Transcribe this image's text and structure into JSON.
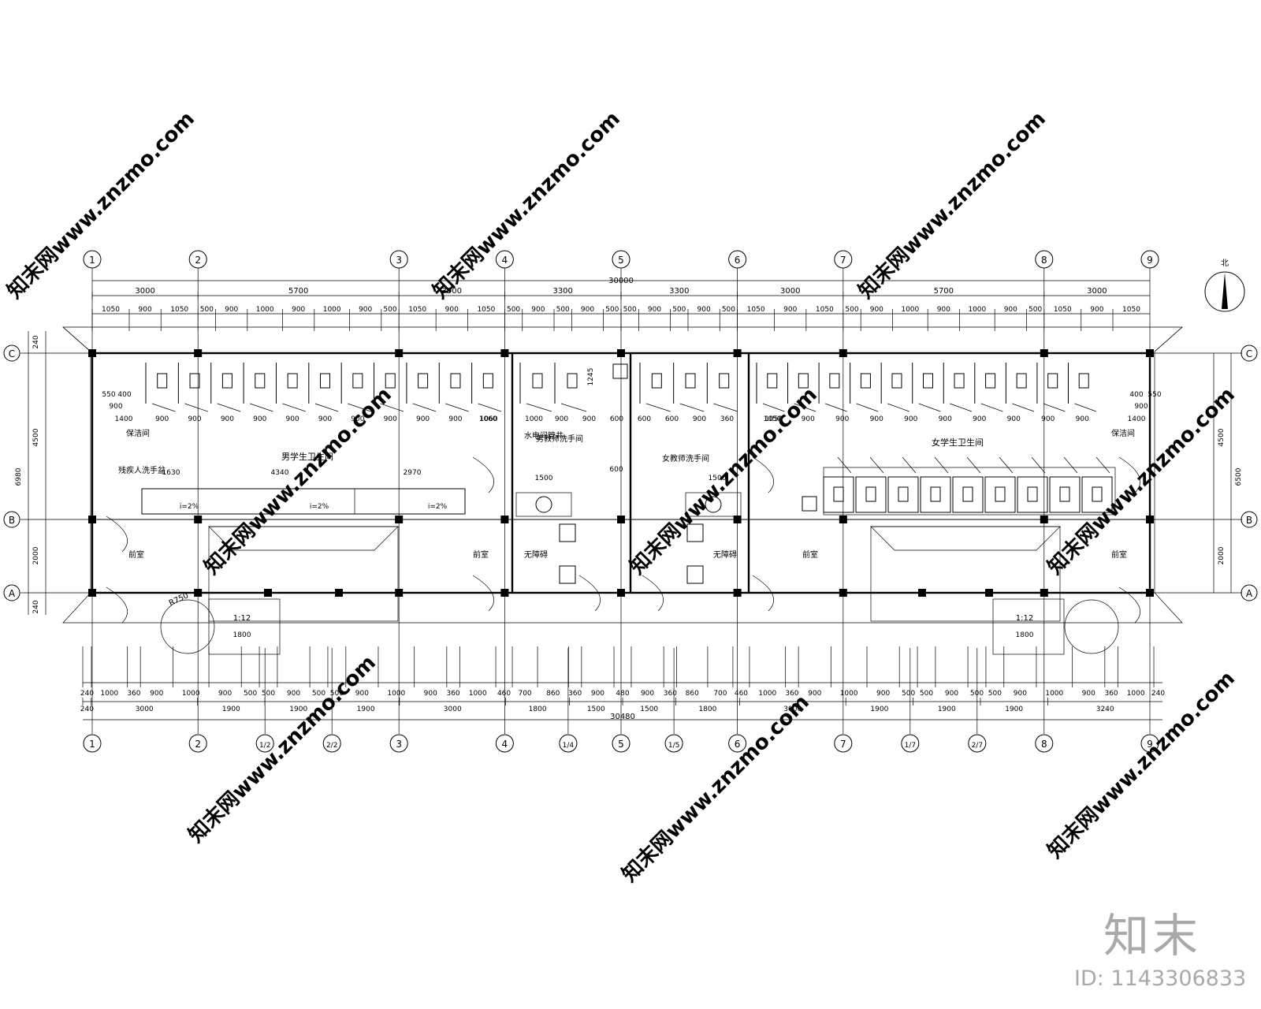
{
  "axes_top": [
    "1",
    "2",
    "3",
    "4",
    "5",
    "6",
    "7",
    "8",
    "9"
  ],
  "axes_bottom": [
    "1",
    "2",
    "1/2",
    "2/2",
    "3",
    "4",
    "1/4",
    "5",
    "1/5",
    "6",
    "7",
    "1/7",
    "2/7",
    "8",
    "9"
  ],
  "axes_side": [
    "C",
    "B",
    "A"
  ],
  "north_label": "北",
  "top_total": "30000",
  "top_spans": [
    "3000",
    "5700",
    "3000",
    "3300",
    "3300",
    "3000",
    "5700",
    "3000"
  ],
  "top_details": [
    "1050",
    "900",
    "1050",
    "500",
    "900",
    "1000",
    "900",
    "1000",
    "900",
    "500",
    "1050",
    "900",
    "1050",
    "500",
    "900",
    "500",
    "900",
    "500",
    "500",
    "900",
    "500",
    "900",
    "500",
    "1050",
    "900",
    "1050",
    "500",
    "900",
    "1000",
    "900",
    "1000",
    "900",
    "500",
    "1050",
    "900",
    "1050"
  ],
  "bottom_details": [
    "240",
    "1000",
    "360",
    "900",
    "1000",
    "900",
    "500",
    "500",
    "900",
    "500",
    "500",
    "900",
    "1000",
    "900",
    "360",
    "1000",
    "460",
    "700",
    "860",
    "360",
    "900",
    "480",
    "900",
    "360",
    "860",
    "700",
    "460",
    "1000",
    "360",
    "900",
    "1000",
    "900",
    "500",
    "500",
    "900",
    "500",
    "500",
    "900",
    "1000",
    "900",
    "360",
    "1000",
    "240"
  ],
  "bottom_spans": [
    "240",
    "3000",
    "1900",
    "1900",
    "1900",
    "3000",
    "1800",
    "1500",
    "1500",
    "1800",
    "3000",
    "1900",
    "1900",
    "1900",
    "3240"
  ],
  "bottom_total": "30480",
  "left_dims": {
    "d1": "240",
    "d2": "4500",
    "d3": "2000",
    "d4": "240",
    "total": "6980"
  },
  "right_dims": {
    "d1": "4500",
    "d2": "2000",
    "total": "6500"
  },
  "rooms": {
    "men_toilet": "男学生卫生间",
    "women_toilet": "女学生卫生间",
    "men_wash": "男教师洗手间",
    "women_wash": "女教师洗手间",
    "water_room": "水电间管井",
    "foyer_left": "前室",
    "foyer_mid_left": "前室",
    "foyer_mid_right": "前室",
    "foyer_right": "前室",
    "clean_left": "保洁间",
    "clean_right": "保洁间",
    "disabled_left": "无障碍",
    "disabled_right": "无障碍",
    "hand_wash": "残疾人洗手盆"
  },
  "labels": {
    "slope1": "i=2%",
    "slope2": "i=2%",
    "slope3": "i=2%",
    "ramp_left": "1:12",
    "ramp_right": "1:12",
    "r750": "R750",
    "d1630": "1630",
    "d4340": "4340",
    "d2970": "2970",
    "d1500a": "1500",
    "d1500b": "1500",
    "d1800a": "1800",
    "d1800b": "1800",
    "d1400a": "1400",
    "d1400b": "1400",
    "d900a": "900",
    "d900b": "900",
    "d550a": "550",
    "d550b": "550",
    "d400a": "400",
    "d400b": "400",
    "d1245": "1245",
    "d600": "600",
    "d1060": "1060",
    "d1050": "1050"
  },
  "stall_dims_left": [
    "900",
    "900",
    "900",
    "900",
    "900",
    "900",
    "900",
    "900",
    "900",
    "900",
    "1060"
  ],
  "stall_dims_mid": [
    "1000",
    "900",
    "900",
    "600",
    "600",
    "600",
    "900",
    "360"
  ],
  "stall_dims_right": [
    "1050",
    "900",
    "900",
    "900",
    "900",
    "900",
    "900",
    "900",
    "900",
    "900"
  ],
  "watermark": "知末网www.znzmo.com",
  "brand": "知末",
  "brand_id": "ID: 1143306833"
}
